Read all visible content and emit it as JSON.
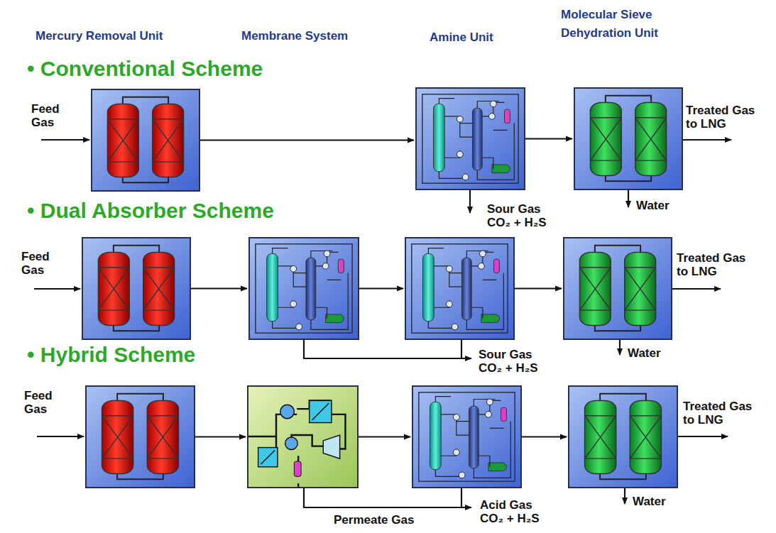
{
  "diagram": {
    "nodes": [
      {
        "text": []
      },
      {
        "text": []
      },
      {
        "text": []
      },
      {
        "text": []
      },
      {
        "text": []
      },
      {
        "text": []
      },
      {
        "text": []
      },
      {
        "text": []
      },
      {
        "text": []
      },
      {
        "text": []
      },
      {
        "text": []
      }
    ],
    "edges": [
      {
        "from": 0,
        "to": 1,
        "arrow": "to"
      },
      {
        "from": 1,
        "to": 2,
        "arrow": "to"
      },
      {
        "from": 3,
        "to": 4,
        "arrow": "to"
      },
      {
        "from": 4,
        "to": 5,
        "arrow": "to"
      },
      {
        "from": 5,
        "to": 6,
        "arrow": "to"
      },
      {
        "from": 7,
        "to": 8,
        "arrow": "to"
      },
      {
        "from": 8,
        "to": 9,
        "arrow": "to"
      },
      {
        "from": 9,
        "to": 10,
        "arrow": "to"
      }
    ],
    "labels": [
      "Mercury Removal Unit",
      "Membrane System",
      "Amine Unit",
      "Molecular Sieve Dehydration Unit",
      "• Conventional Scheme",
      "Feed Gas",
      "Treated Gas to LNG",
      "Water",
      "Sour Gas CO₂ + H₂S",
      "• Dual Absorber Scheme",
      "Feed Gas",
      "Treated Gas to LNG",
      "Water",
      "Sour Gas CO₂ + H₂S",
      "• Hybrid Scheme",
      "Feed Gas",
      "Treated Gas to LNG",
      "Water",
      "Permeate Gas",
      "Acid Gas CO₂ + H₂S"
    ]
  }
}
